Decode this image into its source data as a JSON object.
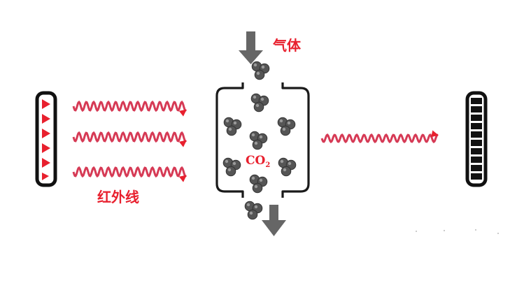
{
  "labels": {
    "gas": "气体",
    "infrared": "红外线",
    "co2_main": "CO",
    "co2_sub": "2"
  },
  "colors": {
    "wave": "#d63a55",
    "arrow_red": "#e8202e",
    "gray_arrow": "#666666",
    "outline": "#222222",
    "molecule": "#555555",
    "label_red": "#e8202e"
  },
  "icons": {
    "emitter": "infrared-emitter-icon",
    "detector": "infrared-detector-icon",
    "gas_in": "gas-inflow-arrow-icon",
    "gas_out": "gas-outflow-arrow-icon",
    "molecule": "co2-molecule-icon"
  }
}
